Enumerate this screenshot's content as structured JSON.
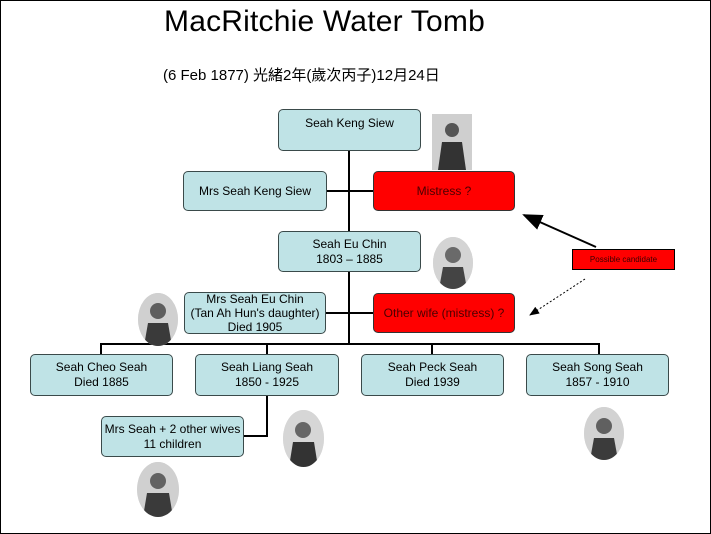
{
  "title": "MacRitchie Water Tomb",
  "subtitle": "(6 Feb 1877) 光緒2年(歲次丙子)12月24日",
  "nodes": {
    "keng_siew": {
      "lines": [
        "Seah Keng Siew"
      ]
    },
    "mrs_keng_siew": {
      "lines": [
        "Mrs Seah Keng Siew"
      ]
    },
    "mistress": {
      "lines": [
        "Mistress ?"
      ]
    },
    "eu_chin": {
      "lines": [
        "Seah Eu Chin",
        "1803 – 1885"
      ]
    },
    "mrs_eu_chin": {
      "lines": [
        "Mrs Seah Eu Chin",
        "(Tan Ah Hun's daughter)",
        "Died 1905"
      ]
    },
    "other_wife": {
      "lines": [
        "Other wife (mistress) ?"
      ]
    },
    "cheo_seah": {
      "lines": [
        "Seah Cheo Seah",
        "Died 1885"
      ]
    },
    "liang_seah": {
      "lines": [
        "Seah Liang Seah",
        "1850 - 1925"
      ]
    },
    "peck_seah": {
      "lines": [
        "Seah Peck Seah",
        "Died 1939"
      ]
    },
    "song_seah": {
      "lines": [
        "Seah Song Seah",
        "1857 - 1910"
      ]
    },
    "mrs_seah_wives": {
      "lines": [
        "Mrs Seah + 2 other wives",
        "11 children"
      ]
    }
  },
  "annotation": {
    "label": "Possible candidate"
  },
  "colors": {
    "box_fill": "#bfe3e6",
    "red_fill": "#ff0000"
  }
}
